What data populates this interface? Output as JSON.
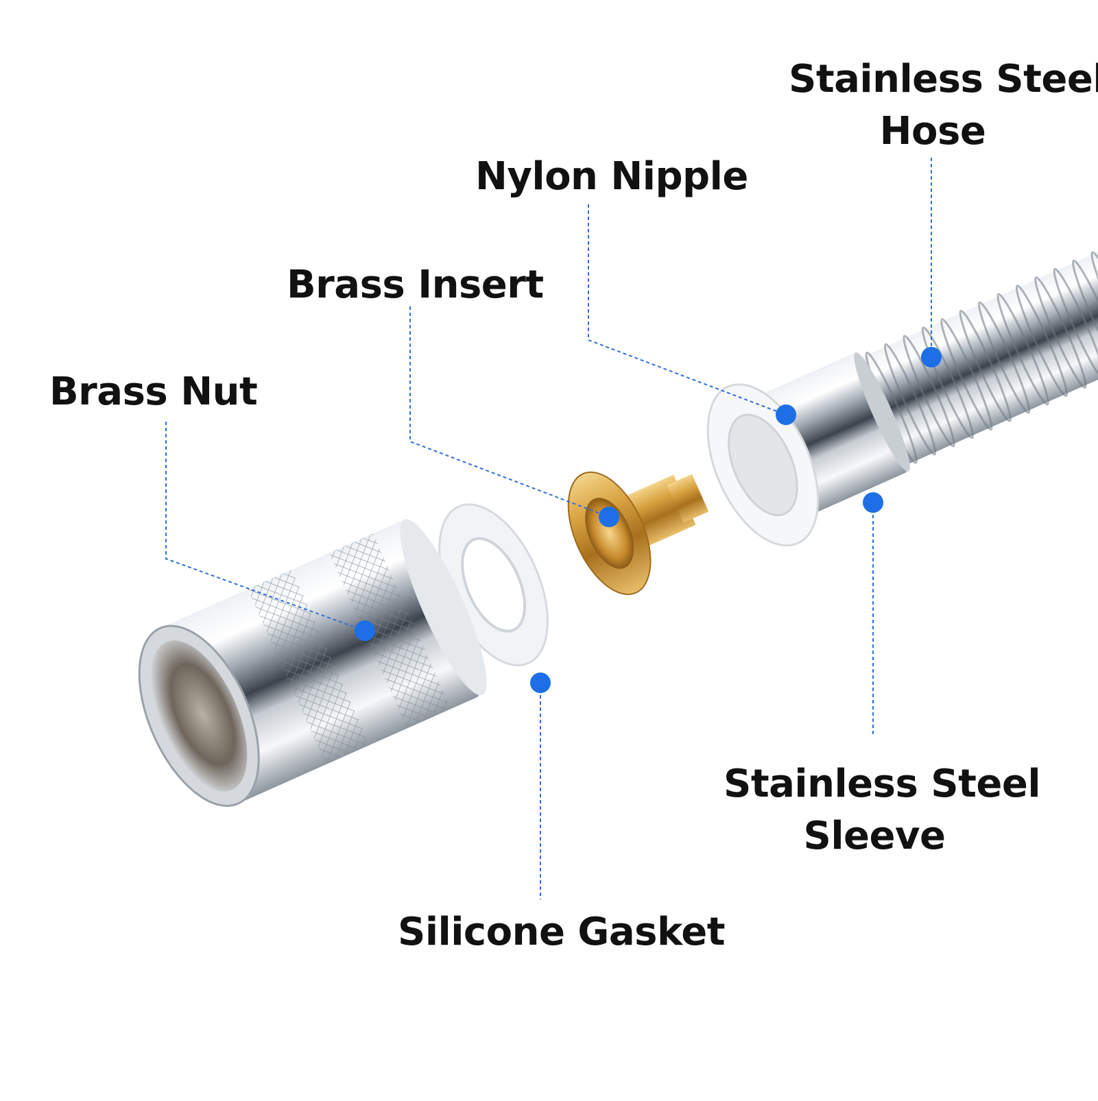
{
  "colors": {
    "leader_line": "#2f6fd8",
    "marker_dot": "#1e6fe6",
    "label_text": "#111111",
    "chrome_light": "#f4f6f8",
    "chrome_dark": "#5d6670",
    "brass": "#d9a341",
    "nylon": "#f2f3f4",
    "silicone": "#e8ecef"
  },
  "labels": {
    "hose": {
      "line1": "Stainless Steel",
      "line2": "Hose"
    },
    "nipple": "Nylon Nipple",
    "insert": "Brass Insert",
    "nut": "Brass Nut",
    "sleeve": {
      "line1": "Stainless Steel",
      "line2": "Sleeve"
    },
    "gasket": "Silicone Gasket"
  },
  "parts": [
    {
      "id": "brass-nut",
      "icon": "knurled-chrome-nut"
    },
    {
      "id": "silicone-gasket",
      "icon": "translucent-ring"
    },
    {
      "id": "brass-insert",
      "icon": "brass-flanged-insert"
    },
    {
      "id": "nylon-nipple",
      "icon": "white-nylon-ring"
    },
    {
      "id": "steel-sleeve",
      "icon": "chrome-sleeve"
    },
    {
      "id": "steel-hose",
      "icon": "ribbed-chrome-hose"
    }
  ]
}
